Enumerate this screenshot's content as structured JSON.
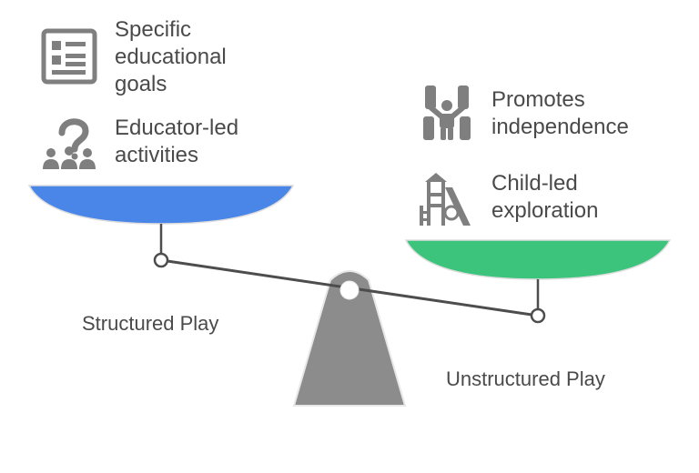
{
  "left_side": {
    "label": "Structured Play",
    "color": "#4a86e8",
    "items": [
      {
        "icon": "document-icon",
        "lines": [
          "Specific",
          "educational",
          "goals"
        ]
      },
      {
        "icon": "educator-group-icon",
        "lines": [
          "Educator-led",
          "activities"
        ]
      }
    ]
  },
  "right_side": {
    "label": "Unstructured Play",
    "color": "#3cc47c",
    "items": [
      {
        "icon": "independence-icon",
        "lines": [
          "Promotes",
          "independence"
        ]
      },
      {
        "icon": "playground-icon",
        "lines": [
          "Child-led",
          "exploration"
        ]
      }
    ]
  },
  "colors": {
    "text": "#4a4a4a",
    "icon": "#7f7f7f",
    "fulcrum": "#8c8c8c",
    "beam": "#4d4d4d"
  }
}
